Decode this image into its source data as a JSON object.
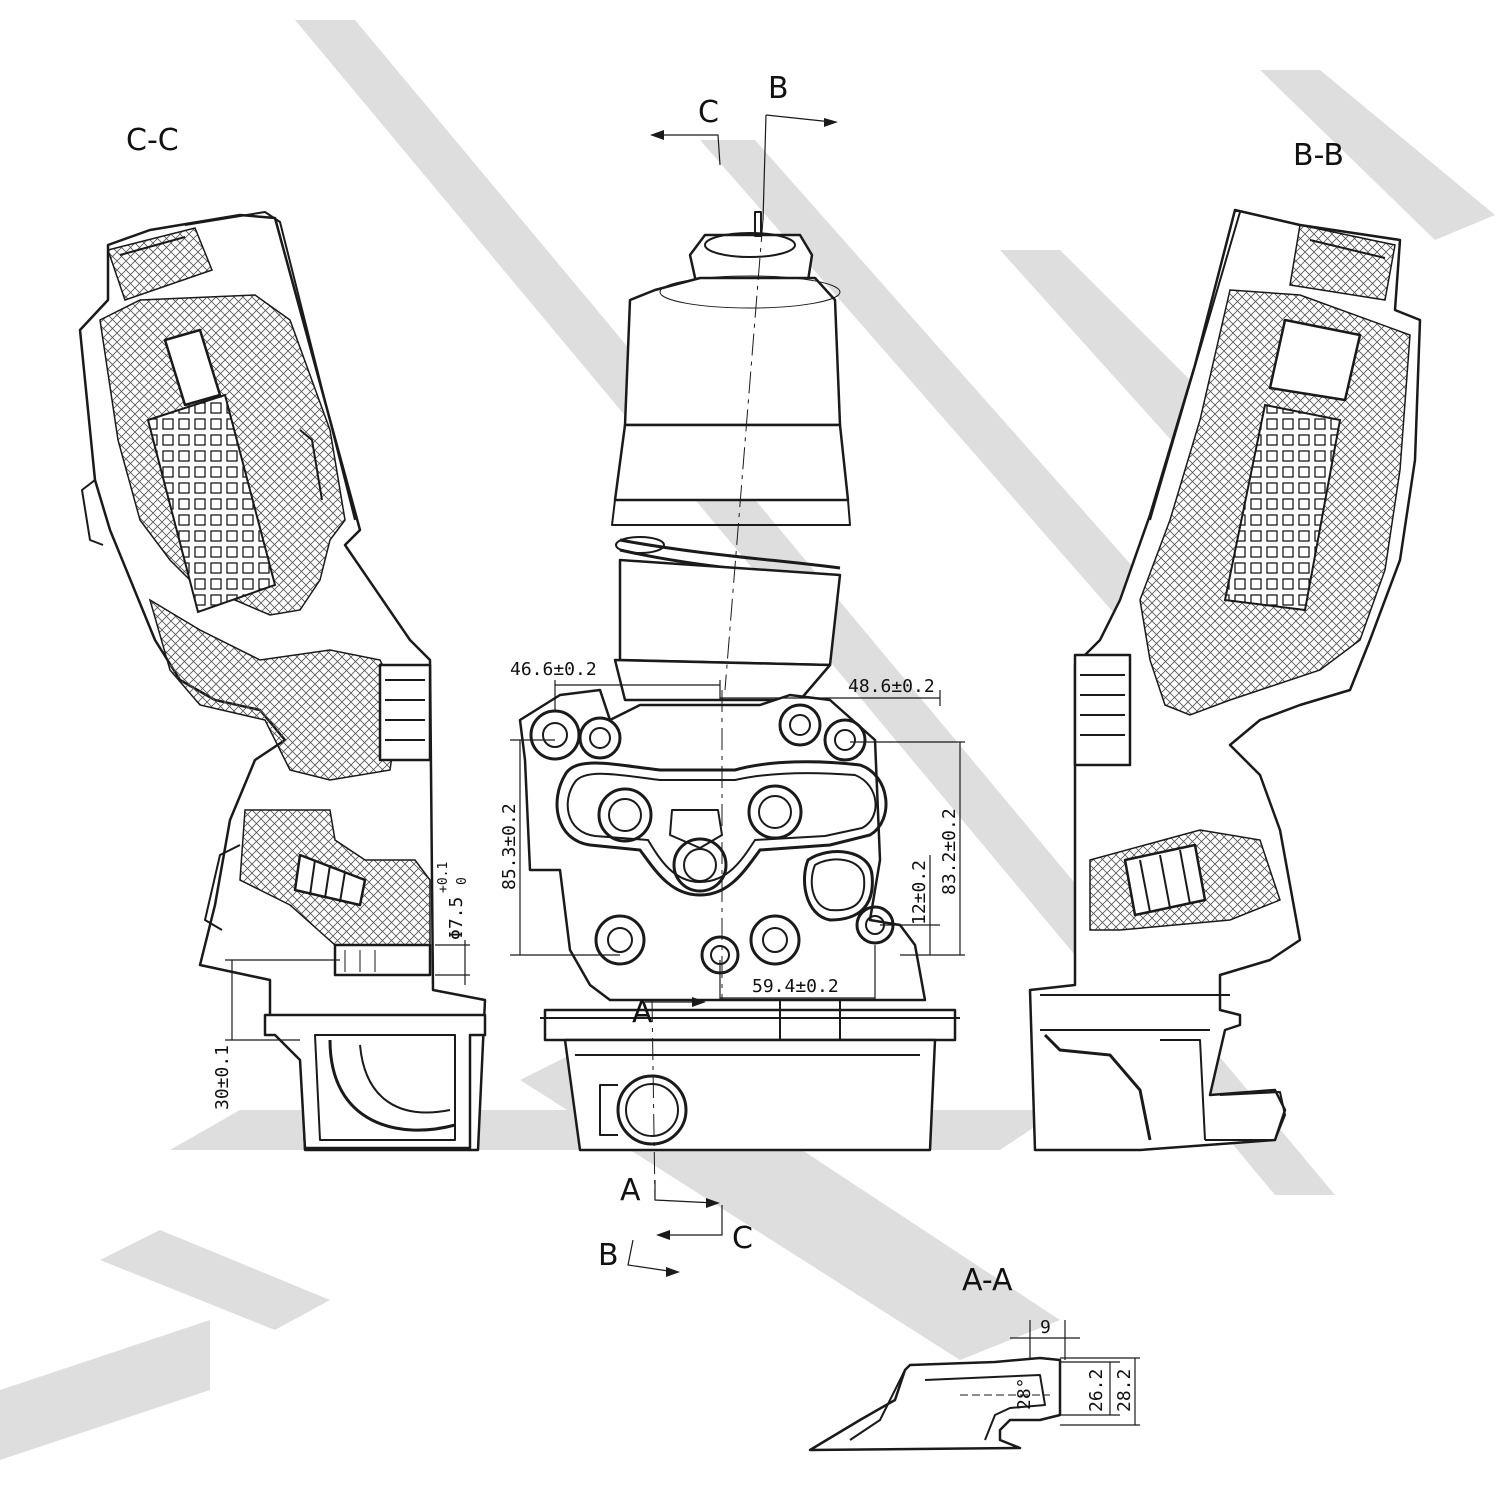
{
  "drawing": {
    "section_labels": {
      "cc": "C-C",
      "bb": "B-B",
      "aa": "A-A"
    },
    "cut_markers": {
      "c_top": "C",
      "b_top": "B",
      "a_bottom": "A",
      "c_bottom": "C",
      "b_bottom": "B",
      "a_mid": "A"
    },
    "dimensions": {
      "d46_6": "46.6±0.2",
      "d48_6": "48.6±0.2",
      "d85_3": "85.3±0.2",
      "d83_2": "83.2±0.2",
      "d12": "12±0.2",
      "d59_4": "59.4±0.2",
      "d7_5": "Φ7.5",
      "d7_5_tol_upper": "+0.1",
      "d7_5_tol_lower": "0",
      "d30": "30±0.1",
      "d9": "9",
      "d28deg": "28°",
      "d26_2": "26.2",
      "d28_2": "28.2"
    },
    "colors": {
      "line": "#1a1a1a",
      "watermark": "#dedede",
      "background": "#ffffff"
    }
  }
}
